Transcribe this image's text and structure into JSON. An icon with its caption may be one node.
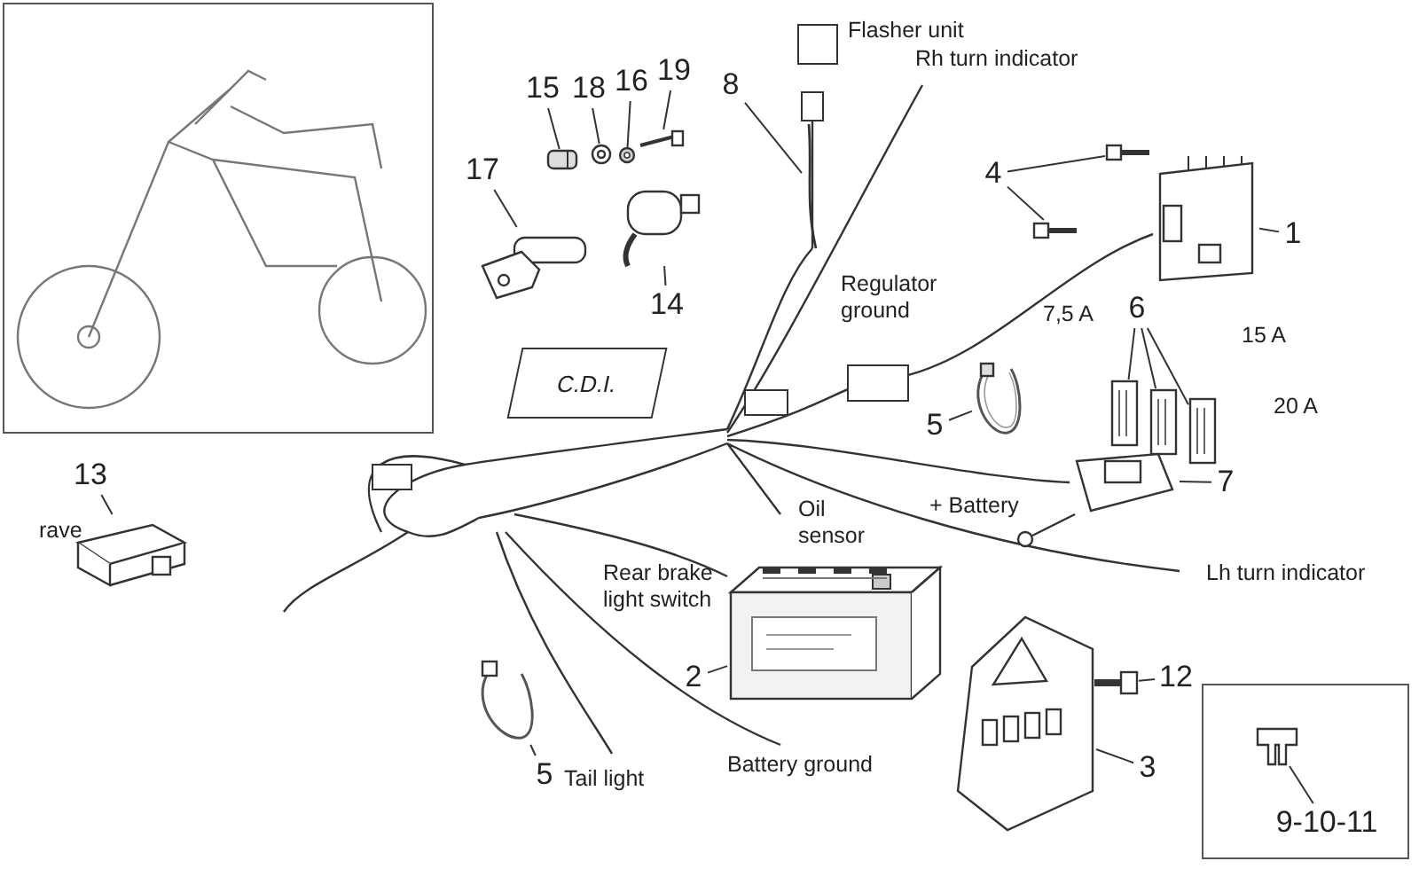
{
  "diagram": {
    "nodes": [
      {
        "text": [
          "17"
        ]
      },
      {
        "text": [
          "15"
        ]
      },
      {
        "text": [
          "18"
        ]
      },
      {
        "text": [
          "16"
        ]
      },
      {
        "text": [
          "19"
        ]
      },
      {
        "text": [
          "8"
        ]
      },
      {
        "text": [
          "4"
        ]
      },
      {
        "text": [
          "1"
        ]
      },
      {
        "text": [
          "14"
        ]
      },
      {
        "text": [
          "6"
        ]
      },
      {
        "text": [
          "5"
        ]
      },
      {
        "text": [
          "7"
        ]
      },
      {
        "text": [
          "13"
        ]
      },
      {
        "text": [
          "2"
        ]
      },
      {
        "text": [
          "12"
        ]
      },
      {
        "text": [
          "5"
        ]
      },
      {
        "text": [
          "3"
        ]
      },
      {
        "text": [
          "9-10-11"
        ]
      },
      {
        "text": [
          "C.D.I."
        ]
      },
      {
        "text": [],
        "shape": "picture"
      },
      {
        "text": [],
        "shape": "picture"
      },
      {
        "text": [],
        "shape": "picture"
      },
      {
        "text": [],
        "shape": "picture"
      },
      {
        "text": [],
        "shape": "picture"
      },
      {
        "text": [],
        "shape": "picture"
      },
      {
        "text": [],
        "shape": "picture"
      },
      {
        "text": [],
        "shape": "picture"
      },
      {
        "text": [],
        "shape": "picture"
      },
      {
        "text": [],
        "shape": "picture"
      },
      {
        "text": [],
        "shape": "picture"
      },
      {
        "text": [],
        "shape": "picture"
      },
      {
        "text": [],
        "shape": "picture"
      },
      {
        "text": [],
        "shape": "picture"
      },
      {
        "text": [],
        "shape": "picture"
      },
      {
        "text": [],
        "shape": "picture"
      },
      {
        "text": [],
        "shape": "picture"
      },
      {
        "text": [],
        "shape": "picture"
      },
      {
        "text": [],
        "shape": "picture"
      },
      {
        "text": [],
        "shape": "picture"
      },
      {
        "text": [],
        "shape": "picture"
      }
    ],
    "edges": [
      {
        "from": 0,
        "to": 19,
        "arrow": "none"
      },
      {
        "from": 1,
        "to": 20,
        "arrow": "none"
      },
      {
        "from": 2,
        "to": 21,
        "arrow": "none"
      },
      {
        "from": 3,
        "to": 22,
        "arrow": "none"
      },
      {
        "from": 4,
        "to": 23,
        "arrow": "none"
      },
      {
        "from": 5,
        "to": 24,
        "arrow": "none"
      },
      {
        "from": 6,
        "to": 25,
        "arrow": "none"
      },
      {
        "from": 6,
        "to": 26,
        "arrow": "none"
      },
      {
        "from": 7,
        "to": 27,
        "arrow": "none"
      },
      {
        "from": 8,
        "to": 28,
        "arrow": "none"
      },
      {
        "from": 9,
        "to": 29,
        "arrow": "none"
      },
      {
        "from": 9,
        "to": 30,
        "arrow": "none"
      },
      {
        "from": 9,
        "to": 31,
        "arrow": "none"
      },
      {
        "from": 10,
        "to": 32,
        "arrow": "none"
      },
      {
        "from": 11,
        "to": 33,
        "arrow": "none"
      },
      {
        "from": 12,
        "to": 34,
        "arrow": "none"
      },
      {
        "from": 13,
        "to": 35,
        "arrow": "none"
      },
      {
        "from": 14,
        "to": 36,
        "arrow": "none"
      },
      {
        "from": 15,
        "to": 37,
        "arrow": "none"
      },
      {
        "from": 16,
        "to": 38,
        "arrow": "none"
      },
      {
        "from": 17,
        "to": 39,
        "arrow": "none"
      }
    ],
    "labels": [
      "Flasher unit",
      "Rh turn indicator",
      "Regulator ground",
      "7,5 A",
      "15 A",
      "20 A",
      "rave",
      "Oil sensor",
      "+ Battery",
      "Rear brake light switch",
      "Lh turn indicator",
      "Tail light",
      "Battery ground"
    ]
  }
}
